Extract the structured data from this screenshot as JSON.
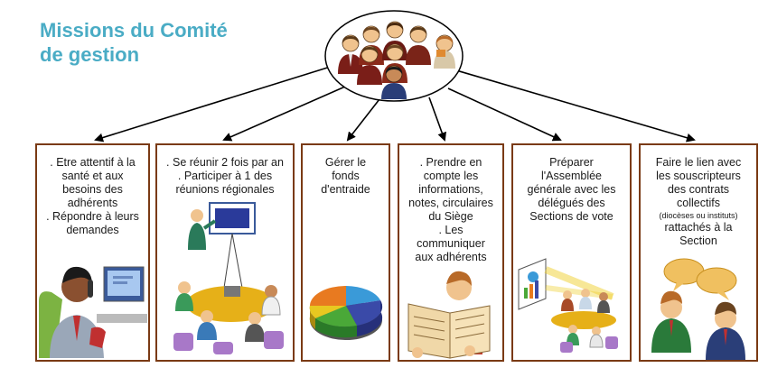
{
  "title": {
    "line1": "Missions du Comité",
    "line2": "de gestion"
  },
  "boxes": [
    {
      "lines": [
        ". Etre attentif à la",
        "santé et aux",
        "besoins des",
        "adhérents",
        ". Répondre à leurs",
        "demandes"
      ]
    },
    {
      "lines": [
        ". Se réunir 2 fois  par an",
        ". Participer à 1 des",
        "réunions régionales"
      ]
    },
    {
      "lines": [
        "Gérer le",
        "fonds",
        "d'entraide"
      ]
    },
    {
      "lines": [
        ". Prendre en",
        "compte les",
        "informations,",
        "notes, circulaires",
        "du Siège",
        ". Les communiquer",
        "aux adhérents"
      ]
    },
    {
      "lines": [
        "Préparer",
        "l'Assemblée",
        "générale avec les",
        "délégués des",
        "Sections de vote"
      ]
    },
    {
      "lines": [
        "Faire le lien avec",
        "les souscripteurs",
        "des contrats",
        "collectifs"
      ],
      "small": "(diocèses ou instituts)",
      "lines2": [
        "rattachés à la",
        "Section"
      ]
    }
  ],
  "colors": {
    "title": "#4aacc5",
    "box_border": "#7a3a14",
    "arrow": "#000000"
  }
}
